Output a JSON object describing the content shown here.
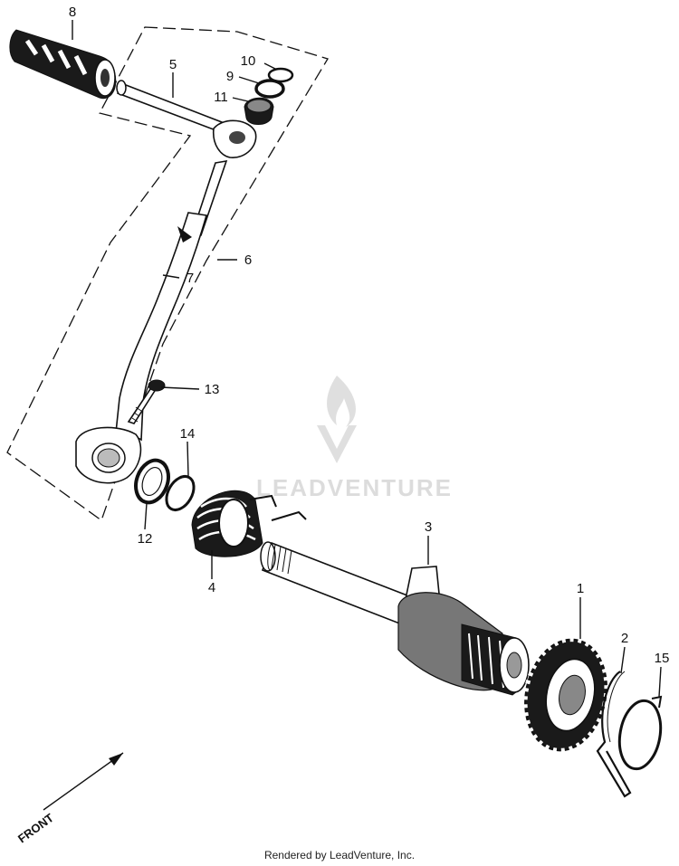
{
  "callouts": {
    "p1": "1",
    "p2": "2",
    "p3": "3",
    "p4": "4",
    "p5": "5",
    "p6": "6",
    "p7": "7",
    "p8": "8",
    "p9": "9",
    "p10": "10",
    "p11": "11",
    "p12": "12",
    "p13": "13",
    "p14": "14",
    "p15": "15"
  },
  "direction_label": "FRONT",
  "watermark": "LEADVENTURE",
  "footer": "Rendered by LeadVenture, Inc.",
  "colors": {
    "ink": "#111111",
    "watermark": "#d9d9d9",
    "background": "#ffffff"
  }
}
